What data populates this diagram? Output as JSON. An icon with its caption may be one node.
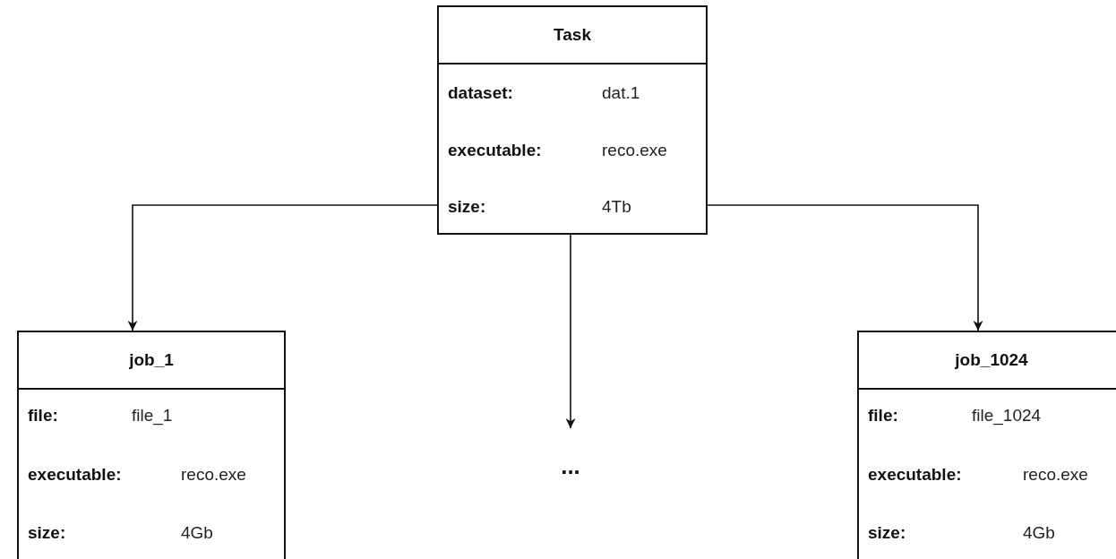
{
  "diagram": {
    "nodes": [
      {
        "text": [
          "Task",
          "dataset:",
          "dat.1",
          "executable:",
          "reco.exe",
          "size:",
          "4Tb"
        ]
      },
      {
        "text": [
          "job_1",
          "file:",
          "file_1",
          "executable:",
          "reco.exe",
          "size:",
          "4Gb"
        ]
      },
      {
        "text": [
          "..."
        ]
      },
      {
        "text": [
          "job_1024",
          "file:",
          "file_1024",
          "executable:",
          "reco.exe",
          "size:",
          "4Gb"
        ]
      }
    ],
    "edges": [
      {
        "from": 0,
        "to": 1,
        "arrow": "to"
      },
      {
        "from": 0,
        "to": 2,
        "arrow": "to"
      },
      {
        "from": 0,
        "to": 3,
        "arrow": "to"
      }
    ]
  }
}
